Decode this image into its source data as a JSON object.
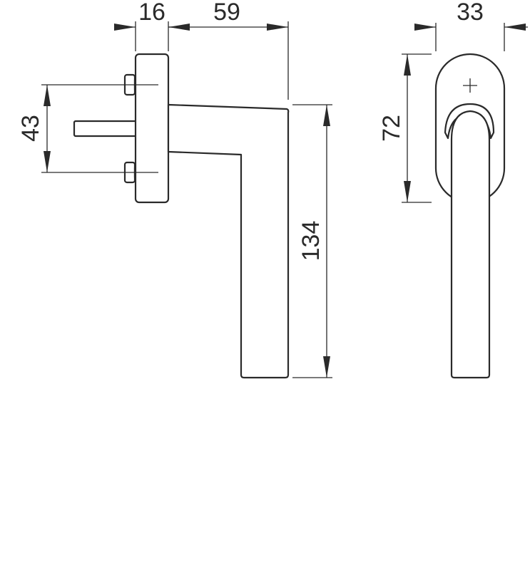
{
  "dimensions": {
    "rose_depth": "16",
    "handle_projection": "59",
    "rose_width": "33",
    "screw_spacing": "43",
    "handle_length": "134",
    "rose_height": "72"
  },
  "colors": {
    "line": "#2a2a2a",
    "background": "#ffffff"
  }
}
